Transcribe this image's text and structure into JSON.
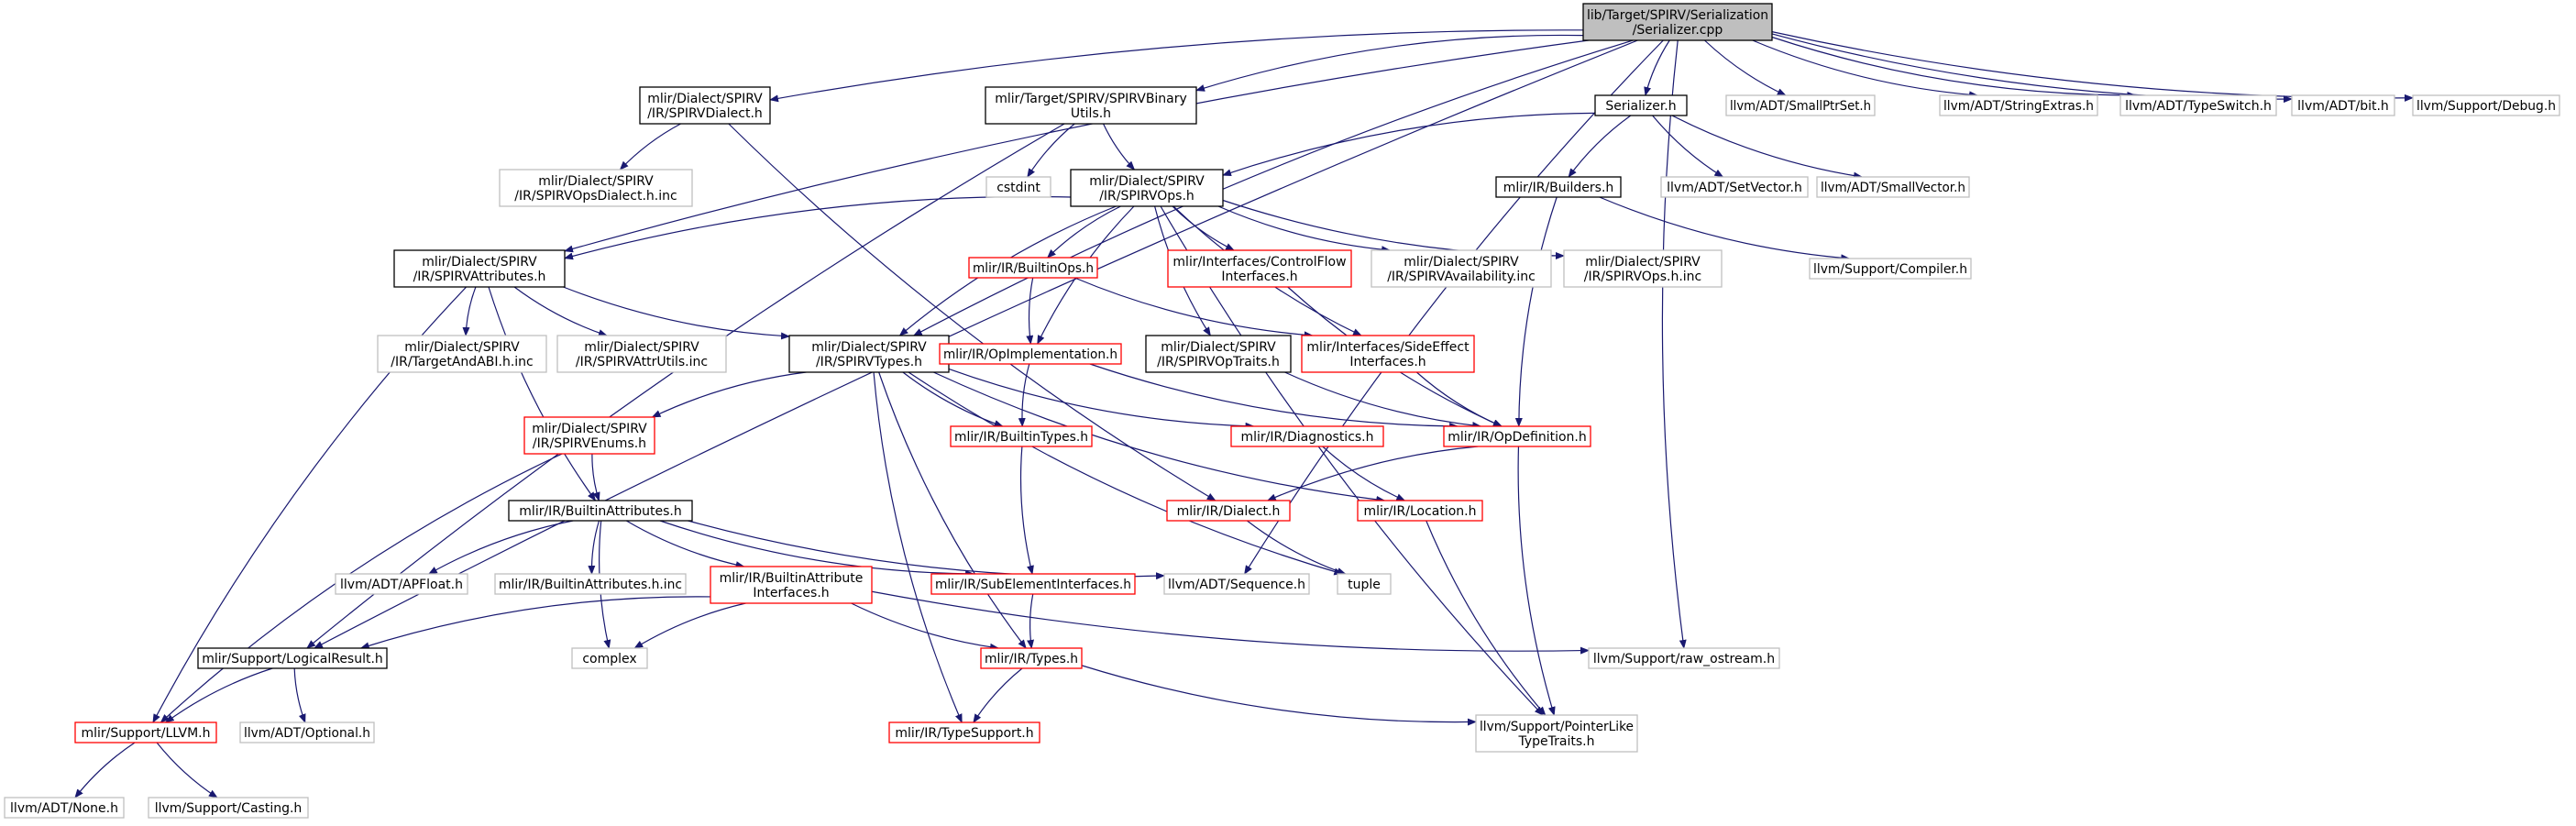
{
  "graph": {
    "nodes": [
      {
        "id": "root",
        "lines": [
          "lib/Target/SPIRV/Serialization",
          "/Serializer.cpp"
        ],
        "style": "root"
      },
      {
        "id": "spirvdialect",
        "lines": [
          "mlir/Dialect/SPIRV",
          "/IR/SPIRVDialect.h"
        ],
        "style": "black"
      },
      {
        "id": "binaryutils",
        "lines": [
          "mlir/Target/SPIRV/SPIRVBinary",
          "Utils.h"
        ],
        "style": "black"
      },
      {
        "id": "serializer",
        "lines": [
          "Serializer.h"
        ],
        "style": "black"
      },
      {
        "id": "smallptrset",
        "lines": [
          "llvm/ADT/SmallPtrSet.h"
        ],
        "style": "gray"
      },
      {
        "id": "stringextras",
        "lines": [
          "llvm/ADT/StringExtras.h"
        ],
        "style": "gray"
      },
      {
        "id": "typeswitch",
        "lines": [
          "llvm/ADT/TypeSwitch.h"
        ],
        "style": "gray"
      },
      {
        "id": "bit",
        "lines": [
          "llvm/ADT/bit.h"
        ],
        "style": "gray"
      },
      {
        "id": "debug",
        "lines": [
          "llvm/Support/Debug.h"
        ],
        "style": "gray"
      },
      {
        "id": "opsdialectinc",
        "lines": [
          "mlir/Dialect/SPIRV",
          "/IR/SPIRVOpsDialect.h.inc"
        ],
        "style": "gray"
      },
      {
        "id": "cstdint",
        "lines": [
          "cstdint"
        ],
        "style": "gray"
      },
      {
        "id": "spirvops",
        "lines": [
          "mlir/Dialect/SPIRV",
          "/IR/SPIRVOps.h"
        ],
        "style": "black"
      },
      {
        "id": "builders",
        "lines": [
          "mlir/IR/Builders.h"
        ],
        "style": "black"
      },
      {
        "id": "setvector",
        "lines": [
          "llvm/ADT/SetVector.h"
        ],
        "style": "gray"
      },
      {
        "id": "smallvector",
        "lines": [
          "llvm/ADT/SmallVector.h"
        ],
        "style": "gray"
      },
      {
        "id": "spirvattrs",
        "lines": [
          "mlir/Dialect/SPIRV",
          "/IR/SPIRVAttributes.h"
        ],
        "style": "black"
      },
      {
        "id": "builtinops",
        "lines": [
          "mlir/IR/BuiltinOps.h"
        ],
        "style": "red"
      },
      {
        "id": "controlflow",
        "lines": [
          "mlir/Interfaces/ControlFlow",
          "Interfaces.h"
        ],
        "style": "red"
      },
      {
        "id": "availinc",
        "lines": [
          "mlir/Dialect/SPIRV",
          "/IR/SPIRVAvailability.inc"
        ],
        "style": "gray"
      },
      {
        "id": "opsinc",
        "lines": [
          "mlir/Dialect/SPIRV",
          "/IR/SPIRVOps.h.inc"
        ],
        "style": "gray"
      },
      {
        "id": "compiler",
        "lines": [
          "llvm/Support/Compiler.h"
        ],
        "style": "gray"
      },
      {
        "id": "targetabi",
        "lines": [
          "mlir/Dialect/SPIRV",
          "/IR/TargetAndABI.h.inc"
        ],
        "style": "gray"
      },
      {
        "id": "attrutils",
        "lines": [
          "mlir/Dialect/SPIRV",
          "/IR/SPIRVAttrUtils.inc"
        ],
        "style": "gray"
      },
      {
        "id": "spirvtypes",
        "lines": [
          "mlir/Dialect/SPIRV",
          "/IR/SPIRVTypes.h"
        ],
        "style": "black"
      },
      {
        "id": "opimpl",
        "lines": [
          "mlir/IR/OpImplementation.h"
        ],
        "style": "red"
      },
      {
        "id": "optraits",
        "lines": [
          "mlir/Dialect/SPIRV",
          "/IR/SPIRVOpTraits.h"
        ],
        "style": "black"
      },
      {
        "id": "sideeffect",
        "lines": [
          "mlir/Interfaces/SideEffect",
          "Interfaces.h"
        ],
        "style": "red"
      },
      {
        "id": "spirvenums",
        "lines": [
          "mlir/Dialect/SPIRV",
          "/IR/SPIRVEnums.h"
        ],
        "style": "red"
      },
      {
        "id": "builtintypes",
        "lines": [
          "mlir/IR/BuiltinTypes.h"
        ],
        "style": "red"
      },
      {
        "id": "diagnostics",
        "lines": [
          "mlir/IR/Diagnostics.h"
        ],
        "style": "red"
      },
      {
        "id": "opdef",
        "lines": [
          "mlir/IR/OpDefinition.h"
        ],
        "style": "red"
      },
      {
        "id": "builtinattrs",
        "lines": [
          "mlir/IR/BuiltinAttributes.h"
        ],
        "style": "black"
      },
      {
        "id": "dialect",
        "lines": [
          "mlir/IR/Dialect.h"
        ],
        "style": "red"
      },
      {
        "id": "location",
        "lines": [
          "mlir/IR/Location.h"
        ],
        "style": "red"
      },
      {
        "id": "apfloat",
        "lines": [
          "llvm/ADT/APFloat.h"
        ],
        "style": "gray"
      },
      {
        "id": "battrsinc",
        "lines": [
          "mlir/IR/BuiltinAttributes.h.inc"
        ],
        "style": "gray"
      },
      {
        "id": "battrifaces",
        "lines": [
          "mlir/IR/BuiltinAttribute",
          "Interfaces.h"
        ],
        "style": "red"
      },
      {
        "id": "subelem",
        "lines": [
          "mlir/IR/SubElementInterfaces.h"
        ],
        "style": "red"
      },
      {
        "id": "sequence",
        "lines": [
          "llvm/ADT/Sequence.h"
        ],
        "style": "gray"
      },
      {
        "id": "tuple",
        "lines": [
          "tuple"
        ],
        "style": "gray"
      },
      {
        "id": "logicalresult",
        "lines": [
          "mlir/Support/LogicalResult.h"
        ],
        "style": "black"
      },
      {
        "id": "complex",
        "lines": [
          "complex"
        ],
        "style": "gray"
      },
      {
        "id": "types",
        "lines": [
          "mlir/IR/Types.h"
        ],
        "style": "red"
      },
      {
        "id": "rawostream",
        "lines": [
          "llvm/Support/raw_ostream.h"
        ],
        "style": "gray"
      },
      {
        "id": "llvmh",
        "lines": [
          "mlir/Support/LLVM.h"
        ],
        "style": "red"
      },
      {
        "id": "optional",
        "lines": [
          "llvm/ADT/Optional.h"
        ],
        "style": "gray"
      },
      {
        "id": "typesupport",
        "lines": [
          "mlir/IR/TypeSupport.h"
        ],
        "style": "red"
      },
      {
        "id": "pointerlike",
        "lines": [
          "llvm/Support/PointerLike",
          "TypeTraits.h"
        ],
        "style": "gray"
      },
      {
        "id": "none",
        "lines": [
          "llvm/ADT/None.h"
        ],
        "style": "gray"
      },
      {
        "id": "casting",
        "lines": [
          "llvm/Support/Casting.h"
        ],
        "style": "gray"
      }
    ],
    "edges": [
      [
        "root",
        "spirvdialect"
      ],
      [
        "root",
        "binaryutils"
      ],
      [
        "root",
        "serializer"
      ],
      [
        "root",
        "smallptrset"
      ],
      [
        "root",
        "stringextras"
      ],
      [
        "root",
        "typeswitch"
      ],
      [
        "root",
        "bit"
      ],
      [
        "root",
        "debug"
      ],
      [
        "root",
        "spirvattrs"
      ],
      [
        "root",
        "spirvtypes"
      ],
      [
        "root",
        "logicalresult"
      ],
      [
        "root",
        "sequence"
      ],
      [
        "root",
        "rawostream"
      ],
      [
        "spirvdialect",
        "opsdialectinc"
      ],
      [
        "spirvdialect",
        "dialect"
      ],
      [
        "binaryutils",
        "cstdint"
      ],
      [
        "binaryutils",
        "spirvops"
      ],
      [
        "binaryutils",
        "logicalresult"
      ],
      [
        "serializer",
        "spirvops"
      ],
      [
        "serializer",
        "builders"
      ],
      [
        "serializer",
        "setvector"
      ],
      [
        "serializer",
        "smallvector"
      ],
      [
        "spirvops",
        "spirvattrs"
      ],
      [
        "spirvops",
        "spirvtypes"
      ],
      [
        "spirvops",
        "builtinops"
      ],
      [
        "spirvops",
        "controlflow"
      ],
      [
        "spirvops",
        "availinc"
      ],
      [
        "spirvops",
        "opsinc"
      ],
      [
        "spirvops",
        "opimpl"
      ],
      [
        "spirvops",
        "optraits"
      ],
      [
        "spirvops",
        "sideeffect"
      ],
      [
        "spirvops",
        "pointerlike"
      ],
      [
        "builders",
        "compiler"
      ],
      [
        "builders",
        "opdef"
      ],
      [
        "spirvattrs",
        "targetabi"
      ],
      [
        "spirvattrs",
        "attrutils"
      ],
      [
        "spirvattrs",
        "spirvtypes"
      ],
      [
        "spirvattrs",
        "builtinattrs"
      ],
      [
        "spirvattrs",
        "llvmh"
      ],
      [
        "builtinops",
        "opimpl"
      ],
      [
        "builtinops",
        "sideeffect"
      ],
      [
        "controlflow",
        "opdef"
      ],
      [
        "spirvtypes",
        "spirvenums"
      ],
      [
        "spirvtypes",
        "builtintypes"
      ],
      [
        "spirvtypes",
        "diagnostics"
      ],
      [
        "spirvtypes",
        "location"
      ],
      [
        "spirvtypes",
        "tuple"
      ],
      [
        "spirvtypes",
        "types"
      ],
      [
        "spirvtypes",
        "typesupport"
      ],
      [
        "opimpl",
        "builtintypes"
      ],
      [
        "opimpl",
        "opdef"
      ],
      [
        "optraits",
        "opdef"
      ],
      [
        "sideeffect",
        "opdef"
      ],
      [
        "spirvenums",
        "builtinattrs"
      ],
      [
        "spirvenums",
        "llvmh"
      ],
      [
        "builtintypes",
        "subelem"
      ],
      [
        "diagnostics",
        "location"
      ],
      [
        "opdef",
        "dialect"
      ],
      [
        "opdef",
        "pointerlike"
      ],
      [
        "builtinattrs",
        "apfloat"
      ],
      [
        "builtinattrs",
        "battrsinc"
      ],
      [
        "builtinattrs",
        "battrifaces"
      ],
      [
        "builtinattrs",
        "subelem"
      ],
      [
        "builtinattrs",
        "sequence"
      ],
      [
        "builtinattrs",
        "complex"
      ],
      [
        "dialect",
        "tuple"
      ],
      [
        "location",
        "pointerlike"
      ],
      [
        "battrifaces",
        "logicalresult"
      ],
      [
        "battrifaces",
        "complex"
      ],
      [
        "battrifaces",
        "types"
      ],
      [
        "battrifaces",
        "rawostream"
      ],
      [
        "subelem",
        "types"
      ],
      [
        "logicalresult",
        "llvmh"
      ],
      [
        "logicalresult",
        "optional"
      ],
      [
        "types",
        "typesupport"
      ],
      [
        "types",
        "pointerlike"
      ],
      [
        "llvmh",
        "none"
      ],
      [
        "llvmh",
        "casting"
      ]
    ]
  },
  "colors": {
    "edge": "#191970",
    "root_fill": "#bfbfbf",
    "root_border": "#000000",
    "black_border": "#000000",
    "red_border": "#ff0000",
    "gray_border": "#bfbfbf",
    "text": "#000000"
  }
}
